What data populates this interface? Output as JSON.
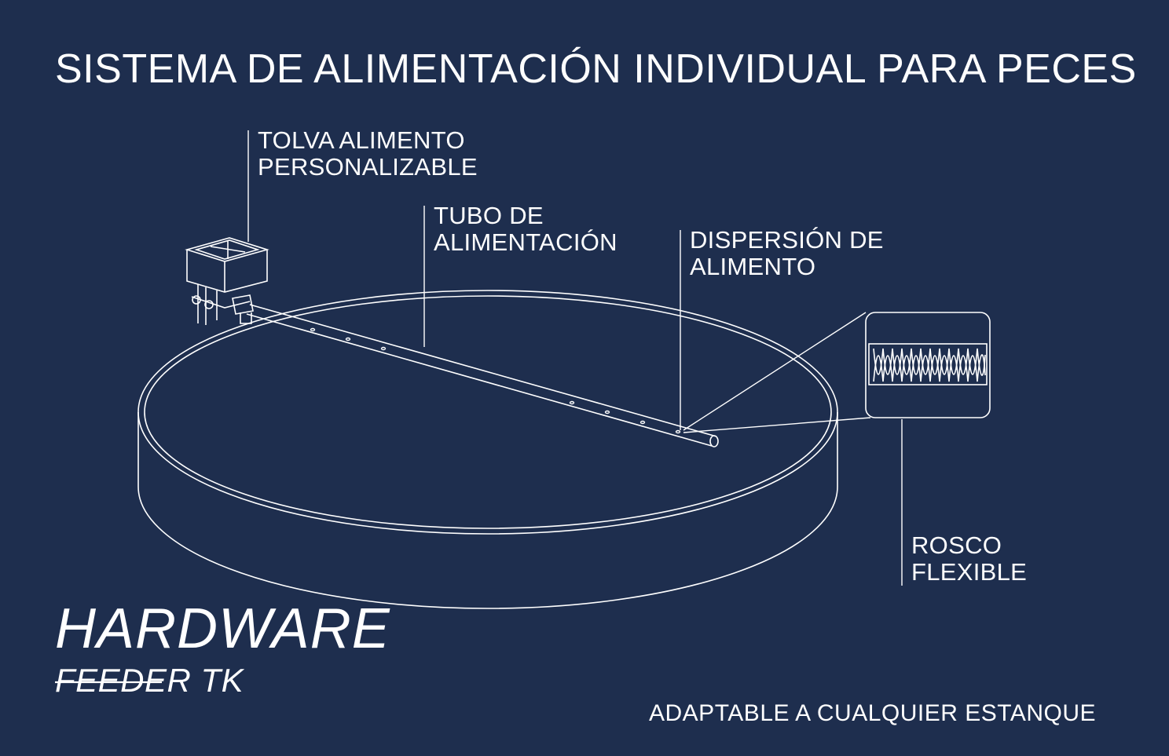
{
  "title": "SISTEMA DE ALIMENTACIÓN INDIVIDUAL PARA PECES",
  "labels": {
    "hopper": [
      "TOLVA ALIMENTO",
      "PERSONALIZABLE"
    ],
    "tube": [
      "TUBO DE",
      "ALIMENTACIÓN"
    ],
    "dispersion": [
      "DISPERSIÓN DE",
      "ALIMENTO"
    ],
    "screw": [
      "ROSCO",
      "FLEXIBLE"
    ]
  },
  "brand": {
    "heading": "HARDWARE",
    "product": "FEEDER TK"
  },
  "tagline": "ADAPTABLE A CUALQUIER ESTANQUE",
  "colors": {
    "background": "#1e2e4e",
    "line": "#ffffff"
  },
  "icons": [
    "tank-illustration",
    "hopper-illustration",
    "feed-tube-illustration",
    "screw-detail-illustration"
  ]
}
